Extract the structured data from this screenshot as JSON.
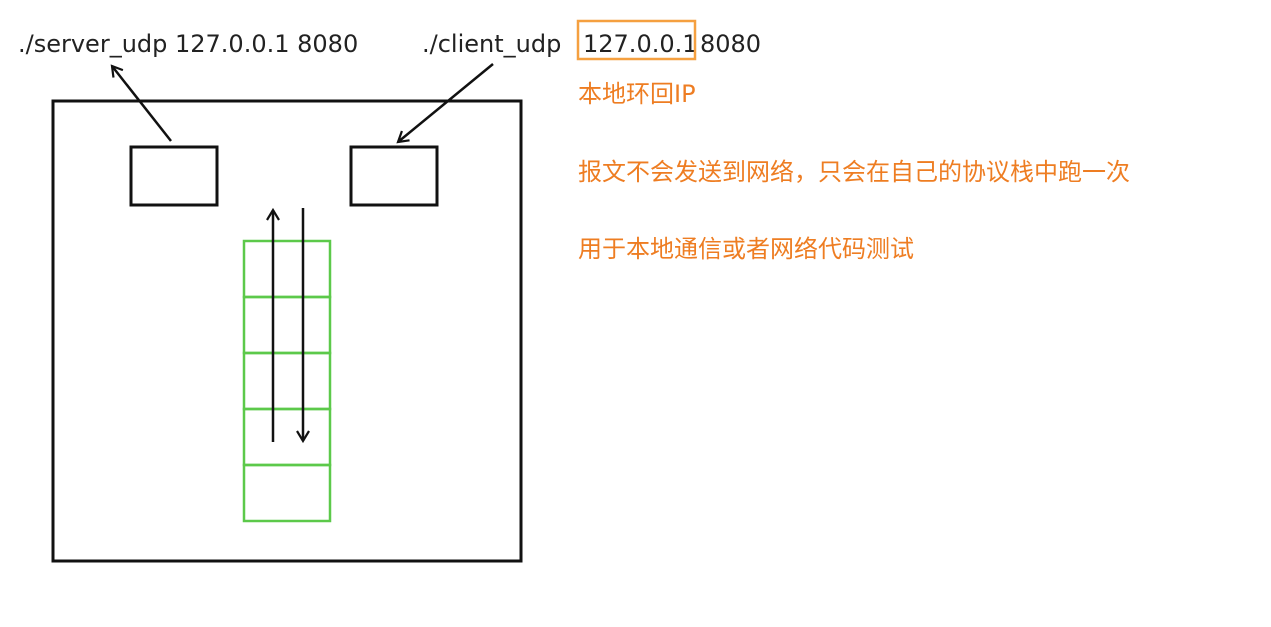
{
  "commands": {
    "server": "./server_udp 127.0.0.1 8080",
    "client_prefix": "./client_udp",
    "client_ip": "127.0.0.1",
    "client_port": "8080"
  },
  "notes": [
    "本地环回IP",
    "报文不会发送到网络，只会在自己的协议栈中跑一次",
    "用于本地通信或者网络代码测试"
  ],
  "protocol_stack": {
    "layer_count": 5
  },
  "colors": {
    "text": "#222222",
    "note": "#ee7d22",
    "highlight_box": "#f5a040",
    "stack_layer": "#5cc94a",
    "outline": "#111111"
  }
}
